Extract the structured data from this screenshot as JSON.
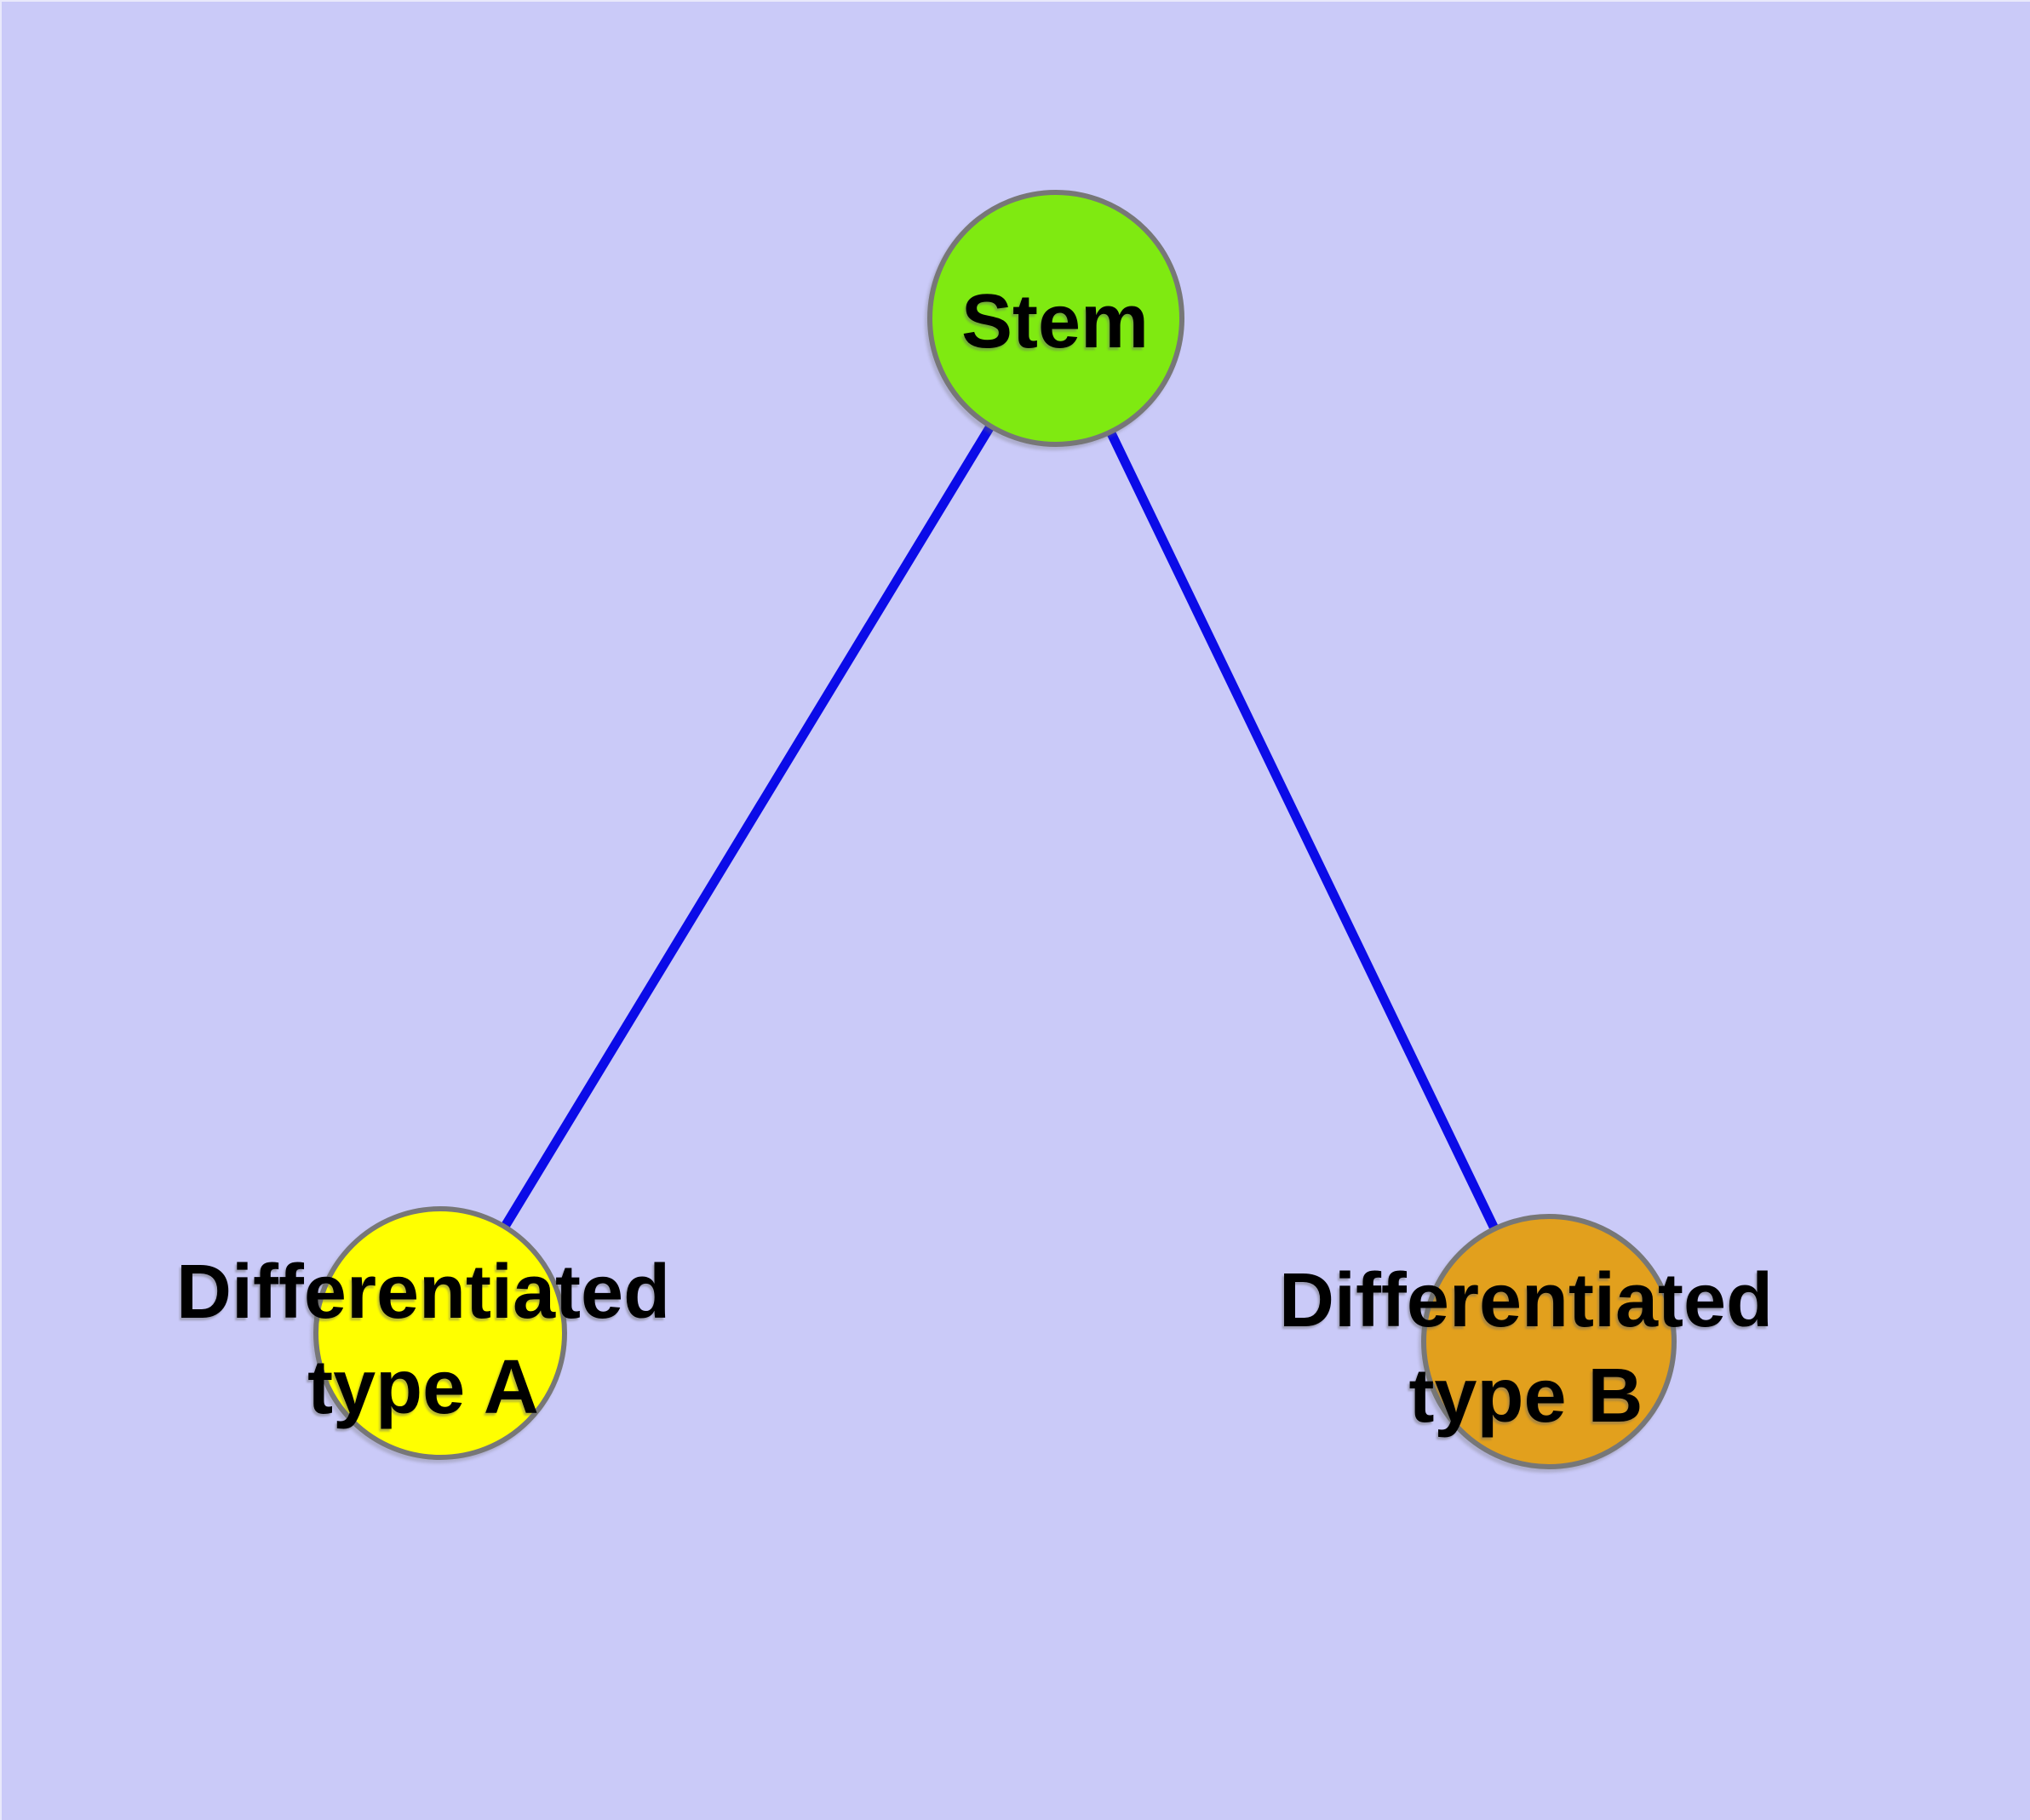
{
  "diagram": {
    "background_color": "#CACAF8",
    "edge_color": "#0B0BE8",
    "node_border_color": "#777777",
    "nodes": [
      {
        "id": "stem",
        "label": "Stem",
        "fill_color": "#7FEA11"
      },
      {
        "id": "type-a",
        "label": "Differentiated type A",
        "label_lines": [
          "Differentiated",
          "type A"
        ],
        "fill_color": "#FFFF00"
      },
      {
        "id": "type-b",
        "label": "Differentiated type B",
        "label_lines": [
          "Differentiated",
          "type B"
        ],
        "fill_color": "#E2A01D"
      }
    ],
    "edges": [
      {
        "from": "stem",
        "to": "type-a"
      },
      {
        "from": "stem",
        "to": "type-b"
      }
    ]
  }
}
